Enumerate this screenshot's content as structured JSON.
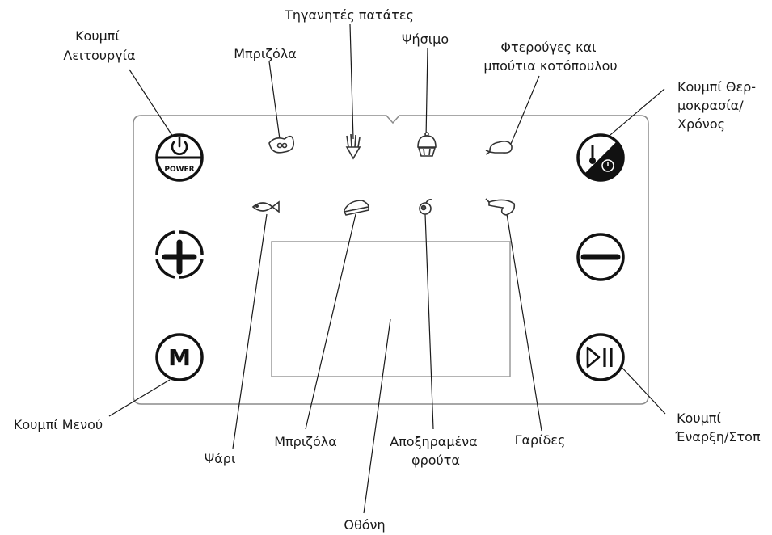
{
  "labels": {
    "power_button": "Κουμπί\nΛειτουργία",
    "steak_top": "Μπριζόλα",
    "fries": "Τηγανητές πατάτες",
    "bake": "Ψήσιμο",
    "wings": "Φτερούγες και\nμπούτια κοτόπουλου",
    "temp_time": "Κουμπί Θερ-\nμοκρασία/\nΧρόνος",
    "menu_button": "Κουμπί Μενού",
    "fish": "Ψάρι",
    "steak_bottom": "Μπριζόλα",
    "dried_fruit": "Αποξηραμένα\nφρούτα",
    "shrimp": "Γαρίδες",
    "start_stop": "Κουμπί\nΈναρξη/Στοπ",
    "display": "Οθόνη"
  },
  "buttons": {
    "power_text": "POWER",
    "menu_letter": "M"
  },
  "icons": [
    "steak-icon",
    "fries-icon",
    "cupcake-icon",
    "drumstick-icon",
    "fish-icon",
    "steak-icon",
    "fruit-icon",
    "shrimp-icon",
    "power-icon",
    "thermometer-timer-icon",
    "plus-icon",
    "minus-icon",
    "menu-icon",
    "play-pause-icon"
  ]
}
